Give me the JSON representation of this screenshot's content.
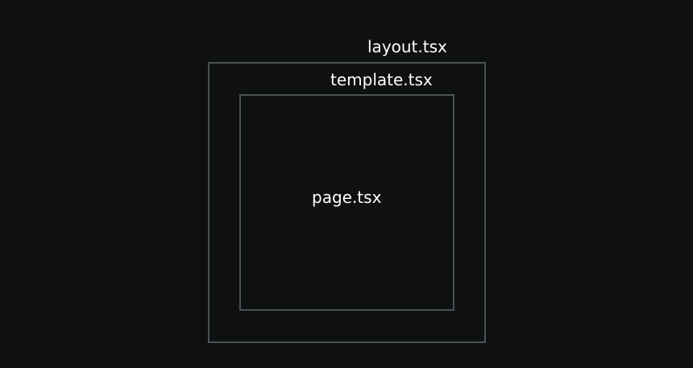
{
  "diagram": {
    "layout_label": "layout.tsx",
    "template_label": "template.tsx",
    "page_label": "page.tsx"
  },
  "colors": {
    "background": "#0f1111",
    "border": "#4a5157",
    "text": "#ffffff"
  }
}
